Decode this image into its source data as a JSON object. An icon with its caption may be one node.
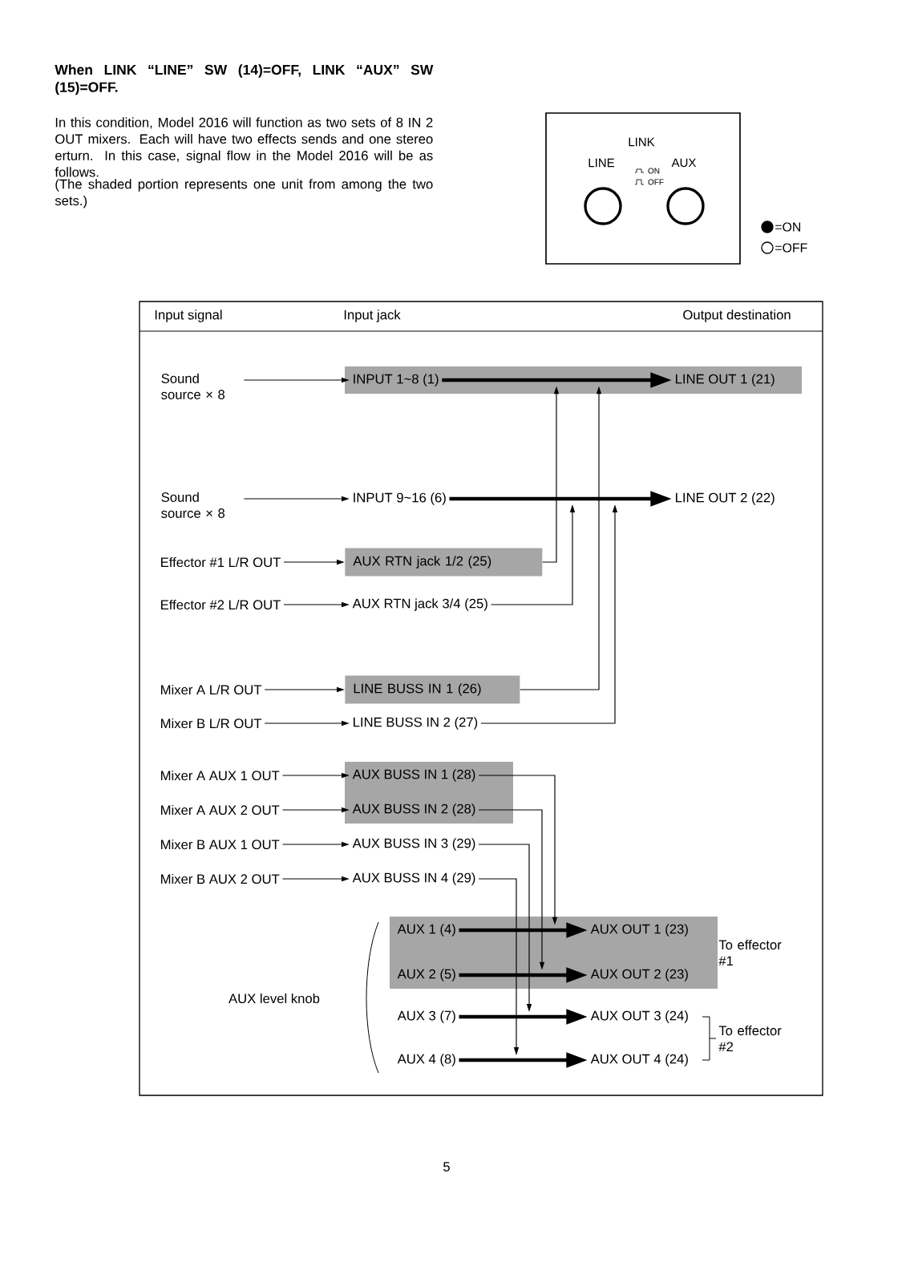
{
  "diagram": {
    "title": "When LINK “LINE” SW (14)=OFF, LINK “AUX” SW (15)=OFF.",
    "nodes": [
      {
        "text": [
          "LINK",
          "LINE",
          "ON",
          "OFF",
          "AUX"
        ]
      },
      {
        "text": [
          "Sound source × 8"
        ]
      },
      {
        "text": [],
        "shape": "box"
      },
      {
        "text": [
          "INPUT 1~8 (1)"
        ],
        "in": 2
      },
      {
        "text": [
          "LINE OUT 1 (21)"
        ],
        "in": 2
      },
      {
        "text": [
          "Sound source × 8"
        ]
      },
      {
        "text": [
          "INPUT 9~16 (6)"
        ]
      },
      {
        "text": [
          "LINE OUT 2 (22)"
        ]
      },
      {
        "text": [
          "Effector #1 L/R OUT"
        ]
      },
      {
        "text": [
          "AUX RTN jack 1/2 (25)"
        ]
      },
      {
        "text": [
          "Effector #2 L/R OUT"
        ]
      },
      {
        "text": [
          "AUX RTN jack 3/4 (25)"
        ]
      },
      {
        "text": [
          "Mixer A L/R OUT"
        ]
      },
      {
        "text": [
          "LINE BUSS IN 1 (26)"
        ]
      },
      {
        "text": [
          "Mixer B L/R OUT"
        ]
      },
      {
        "text": [
          "LINE BUSS IN 2 (27)"
        ]
      },
      {
        "text": [
          "Mixer A AUX 1 OUT"
        ]
      },
      {
        "text": [],
        "shape": "box"
      },
      {
        "text": [
          "AUX BUSS IN 1 (28)"
        ],
        "in": 17
      },
      {
        "text": [
          "Mixer A AUX 2 OUT"
        ]
      },
      {
        "text": [
          "AUX BUSS IN 2 (28)"
        ],
        "in": 17
      },
      {
        "text": [
          "Mixer B AUX 1 OUT"
        ]
      },
      {
        "text": [
          "AUX BUSS IN 3 (29)"
        ]
      },
      {
        "text": [
          "Mixer B AUX 2 OUT"
        ]
      },
      {
        "text": [
          "AUX BUSS IN 4 (29)"
        ]
      },
      {
        "text": [],
        "shape": "box"
      },
      {
        "text": [
          "AUX 1 (4)"
        ],
        "in": 25
      },
      {
        "text": [
          "AUX OUT 1 (23)"
        ],
        "in": 25
      },
      {
        "text": [
          "AUX 2 (5)"
        ],
        "in": 25
      },
      {
        "text": [
          "AUX OUT 2 (23)"
        ],
        "in": 25
      },
      {
        "text": [
          "AUX 3 (7)"
        ]
      },
      {
        "text": [
          "AUX OUT 3 (24)"
        ]
      },
      {
        "text": [
          "AUX 4 (8)"
        ]
      },
      {
        "text": [
          "AUX OUT 4 (24)"
        ]
      }
    ],
    "edges": [
      {
        "from": 1,
        "to": 3,
        "arrow": "to"
      },
      {
        "from": 3,
        "to": 4,
        "arrow": "to",
        "style": "thick"
      },
      {
        "from": 5,
        "to": 6,
        "arrow": "to"
      },
      {
        "from": 6,
        "to": 7,
        "arrow": "to",
        "style": "thick"
      },
      {
        "from": 8,
        "to": 9,
        "arrow": "to"
      },
      {
        "from": 9,
        "to": 2,
        "arrow": "to"
      },
      {
        "from": 10,
        "to": 11,
        "arrow": "to"
      },
      {
        "from": 11,
        "to": null,
        "arrow": "to"
      },
      {
        "from": 12,
        "to": 13,
        "arrow": "to"
      },
      {
        "from": 13,
        "to": 2,
        "arrow": "to"
      },
      {
        "from": 14,
        "to": 15,
        "arrow": "to"
      },
      {
        "from": 15,
        "to": null,
        "arrow": "to"
      },
      {
        "from": 16,
        "to": 18,
        "arrow": "to"
      },
      {
        "from": 18,
        "to": 25,
        "arrow": "to"
      },
      {
        "from": 19,
        "to": 20,
        "arrow": "to"
      },
      {
        "from": 20,
        "to": 25,
        "arrow": "to"
      },
      {
        "from": 21,
        "to": 22,
        "arrow": "to"
      },
      {
        "from": 22,
        "to": null,
        "arrow": "to"
      },
      {
        "from": 23,
        "to": 24,
        "arrow": "to"
      },
      {
        "from": 24,
        "to": null,
        "arrow": "to"
      },
      {
        "from": 26,
        "to": 27,
        "arrow": "to",
        "style": "thick"
      },
      {
        "from": 28,
        "to": 29,
        "arrow": "to",
        "style": "thick"
      },
      {
        "from": 30,
        "to": 31,
        "arrow": "to",
        "style": "thick"
      },
      {
        "from": 32,
        "to": 33,
        "arrow": "to",
        "style": "thick"
      }
    ],
    "labels": [
      "In this condition, Model 2016 will function as two sets of 8 IN 2 OUT mixers. Each will have two effects sends and one stereo erturn. In this case, signal flow in the Model 2016 will be as follows.",
      "(The shaded portion represents one unit from among the two sets.)",
      "Input signal",
      "Input jack",
      "Output destination",
      "To effector #1",
      "AUX level knob",
      "To effector #2",
      "5"
    ],
    "legend": [
      {
        "text": "=ON"
      },
      {
        "text": "=OFF"
      }
    ]
  }
}
